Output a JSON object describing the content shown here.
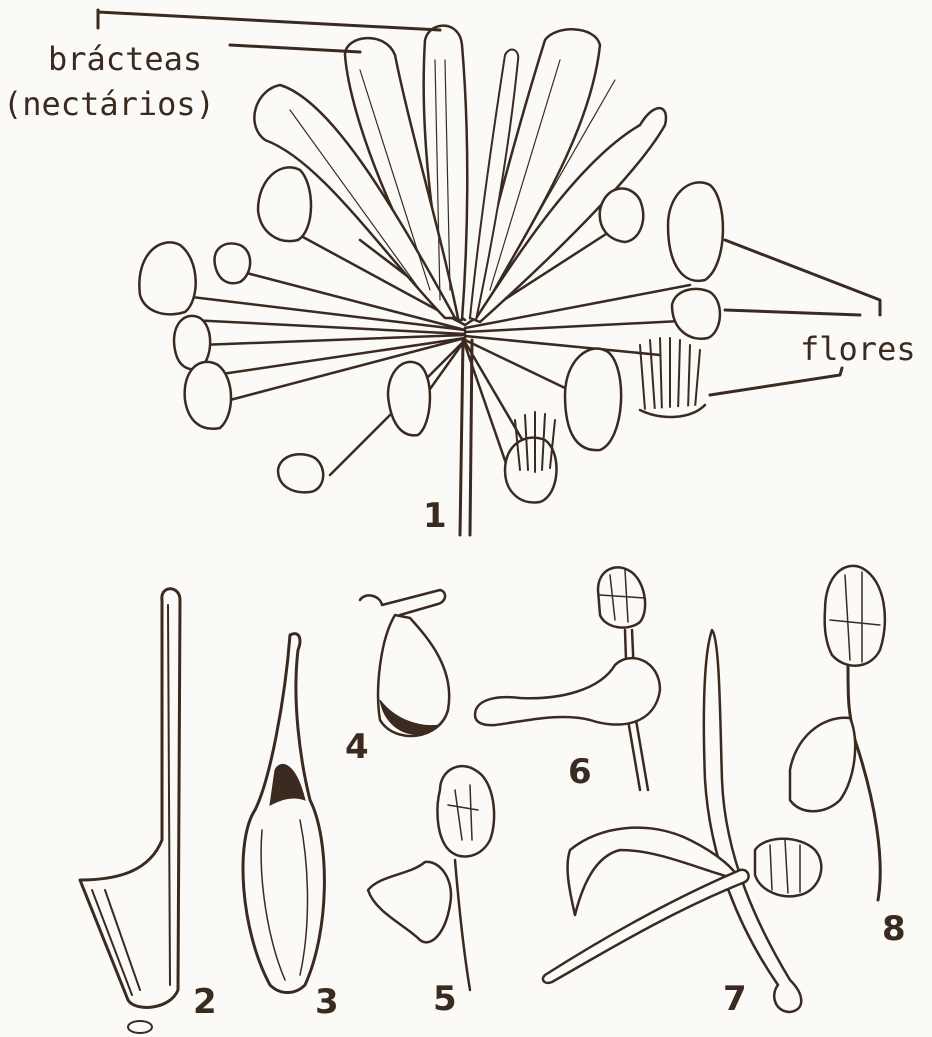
{
  "labels": {
    "bracts_line1": "brácteas",
    "bracts_line2": "(nectários)",
    "flowers": "flores"
  },
  "figure_numbers": {
    "n1": "1",
    "n2": "2",
    "n3": "3",
    "n4": "4",
    "n5": "5",
    "n6": "6",
    "n7": "7",
    "n8": "8"
  },
  "colors": {
    "ink": "#3a2a20",
    "paper": "#fbfaf6"
  }
}
